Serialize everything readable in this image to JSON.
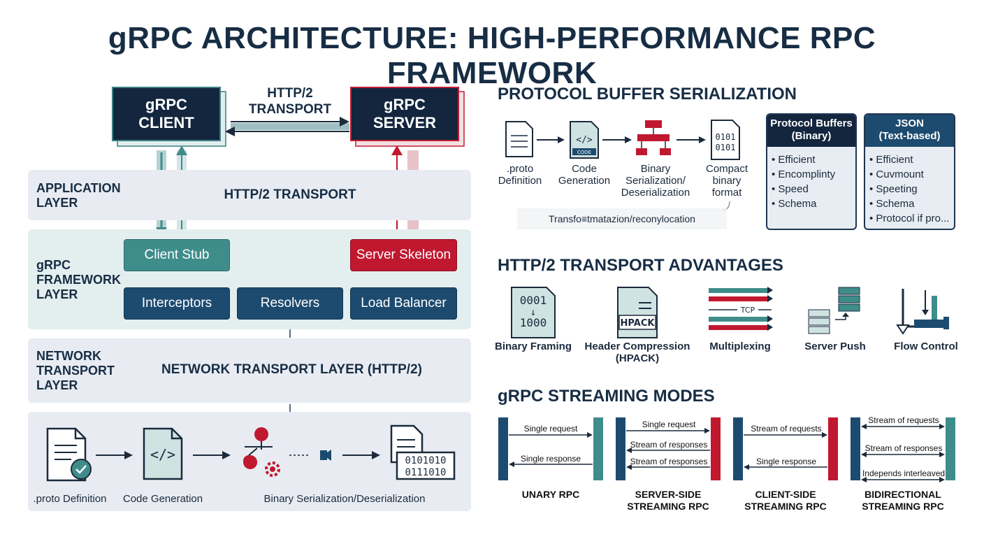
{
  "title": "gRPC ARCHITECTURE: HIGH-PERFORMANCE RPC FRAMEWORK",
  "left": {
    "client": {
      "line1": "gRPC",
      "line2": "CLIENT"
    },
    "server": {
      "line1": "gRPC",
      "line2": "SERVER"
    },
    "transport_label": {
      "line1": "HTTP/2",
      "line2": "TRANSPORT"
    },
    "application_layer": {
      "label": "APPLICATION\nLAYER",
      "center": "HTTP/2 TRANSPORT"
    },
    "framework_layer": {
      "label": "gRPC\nFRAMEWORK\nLAYER",
      "client_stub": "Client Stub",
      "server_skeleton": "Server Skeleton",
      "interceptors": "Interceptors",
      "resolvers": "Resolvers",
      "load_balancer": "Load Balancer"
    },
    "network_layer": {
      "label": "NETWORK\nTRANSPORT\nLAYER",
      "center": "NETWORK TRANSPORT LAYER (HTTP/2)"
    },
    "pipeline": {
      "proto": ".proto Definition",
      "codegen": "Code Generation",
      "binary": "Binary Serialization/Deserialization",
      "bits1": "0101010",
      "bits2": "0111010"
    }
  },
  "protobuf": {
    "heading": "PROTOCOL BUFFER SERIALIZATION",
    "steps": [
      ".proto\nDefinition",
      "Code\nGeneration",
      "Binary\nSerialization/\nDeserialization",
      "Compact\nbinary\nformat"
    ],
    "code_tag": "CODE",
    "bits": "0101\n0101",
    "loop_label": "Transfo≡tmatazion/reconylocation",
    "binary_box": {
      "title": "Protocol Buffers\n(Binary)",
      "items": [
        "Efficient",
        "Encomplinty",
        "Speed",
        "Schema"
      ]
    },
    "json_box": {
      "title": "JSON\n(Text-based)",
      "items": [
        "Efficient",
        "Cuvmount",
        "Speeting",
        "Schema",
        "Protocol if pro..."
      ]
    }
  },
  "http2": {
    "heading": "HTTP/2 TRANSPORT ADVANTAGES",
    "features": [
      "Binary Framing",
      "Header Compression\n(HPACK)",
      "Multiplexing",
      "Server Push",
      "Flow Control"
    ],
    "framing_top": "0001",
    "framing_arrow": "↓",
    "framing_bottom": "1000",
    "hpack_tag": "HPACK",
    "tcp_tag": "TCP"
  },
  "streaming": {
    "heading": "gRPC STREAMING MODES",
    "modes": [
      {
        "name": "UNARY RPC",
        "messages": [
          "Single request",
          "Single response"
        ]
      },
      {
        "name": "SERVER-SIDE\nSTREAMING RPC",
        "messages": [
          "Single request",
          "Stream of responses",
          "Stream of responses"
        ]
      },
      {
        "name": "CLIENT-SIDE\nSTREAMING RPC",
        "messages": [
          "Stream of requests",
          "Single response"
        ]
      },
      {
        "name": "BIDIRECTIONAL\nSTREAMING RPC",
        "messages": [
          "Stream of requests",
          "Stream of responses",
          "Independs interleaved"
        ]
      }
    ]
  },
  "colors": {
    "navy": "#13263e",
    "teal": "#3f8d8b",
    "red": "#c0182f",
    "blue": "#1d4b70"
  }
}
